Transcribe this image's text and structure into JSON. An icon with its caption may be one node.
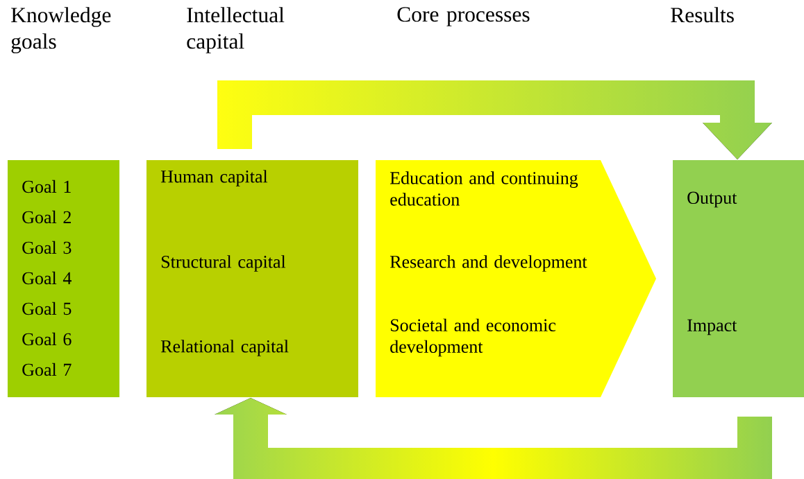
{
  "diagram": {
    "nodes": [
      {
        "text": [
          "Goal 1",
          "Goal 2",
          "Goal 3",
          "Goal 4",
          "Goal 5",
          "Goal 6",
          "Goal 7"
        ]
      },
      {
        "text": [
          "Human capital",
          "Structural capital",
          "Relational capital"
        ]
      },
      {
        "text": [
          "Education and continuing education",
          "Research and development",
          "Societal and economic development"
        ]
      },
      {
        "text": [
          "Output",
          "Impact"
        ]
      }
    ],
    "edges": [
      {
        "from": 1,
        "to": 3,
        "arrow": "to"
      },
      {
        "from": 3,
        "to": 1,
        "arrow": "to"
      }
    ],
    "labels": [
      "Knowledge goals",
      "Intellectual capital",
      "Core processes",
      "Results"
    ]
  }
}
